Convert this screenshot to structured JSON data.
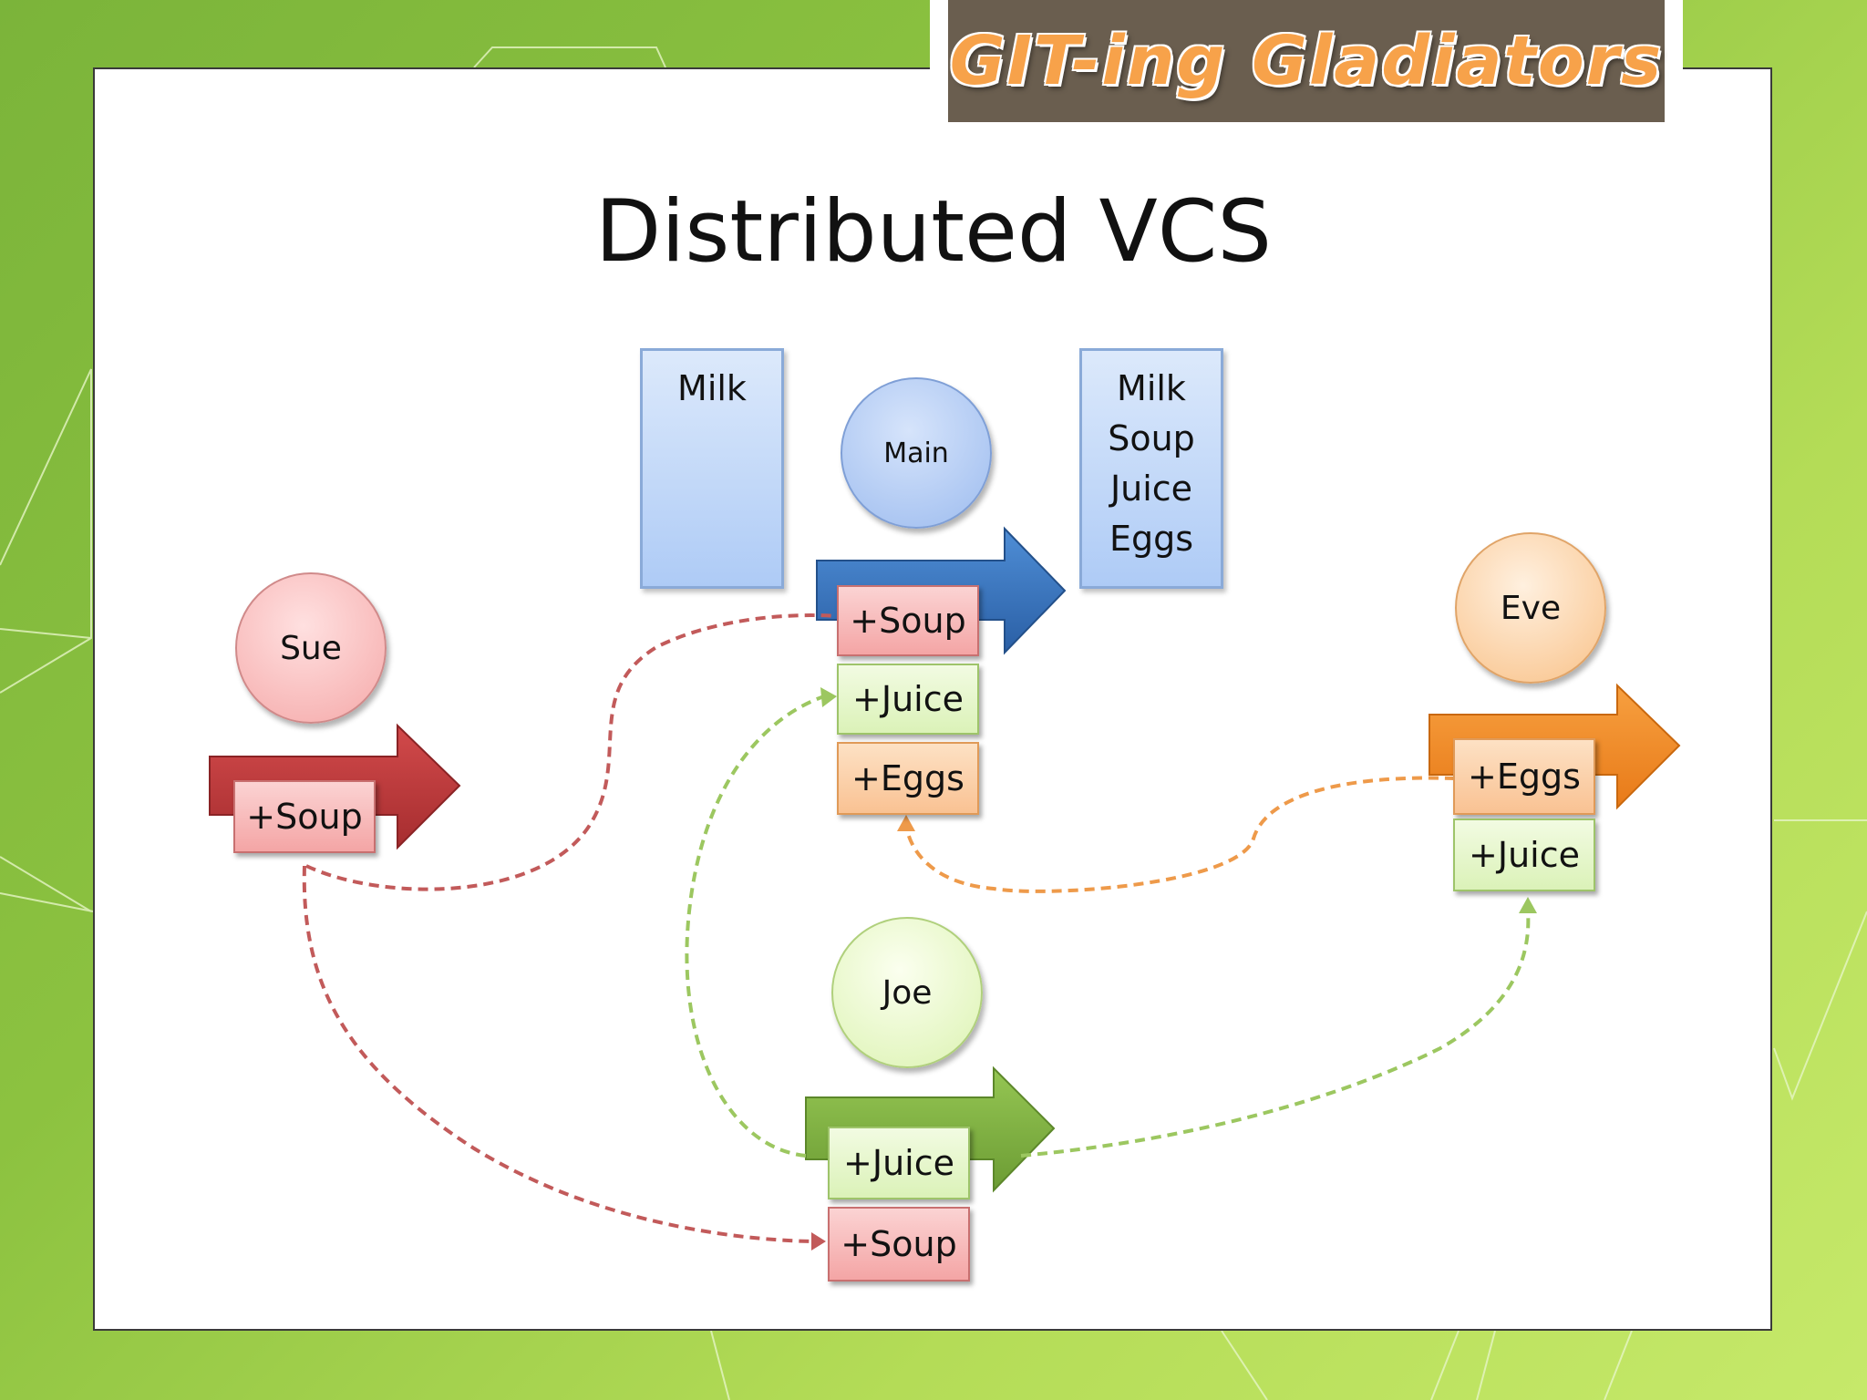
{
  "banner": {
    "title": "GIT-ing Gladiators"
  },
  "slide": {
    "title": "Distributed VCS"
  },
  "repos": {
    "before": [
      "Milk"
    ],
    "after": [
      "Milk",
      "Soup",
      "Juice",
      "Eggs"
    ]
  },
  "people": {
    "main": "Main",
    "sue": "Sue",
    "eve": "Eve",
    "joe": "Joe"
  },
  "commits": {
    "main": [
      "+Soup",
      "+Juice",
      "+Eggs"
    ],
    "sue": [
      "+Soup"
    ],
    "eve": [
      "+Eggs",
      "+Juice"
    ],
    "joe": [
      "+Juice",
      "+Soup"
    ]
  },
  "colors": {
    "main_arrow": "#2f6db5",
    "sue_arrow": "#c0393b",
    "eve_arrow": "#f08a24",
    "joe_arrow": "#7fb040",
    "sue_link": "#c25a5a",
    "eve_link": "#ee9a4a",
    "joe_link": "#9cc760"
  }
}
